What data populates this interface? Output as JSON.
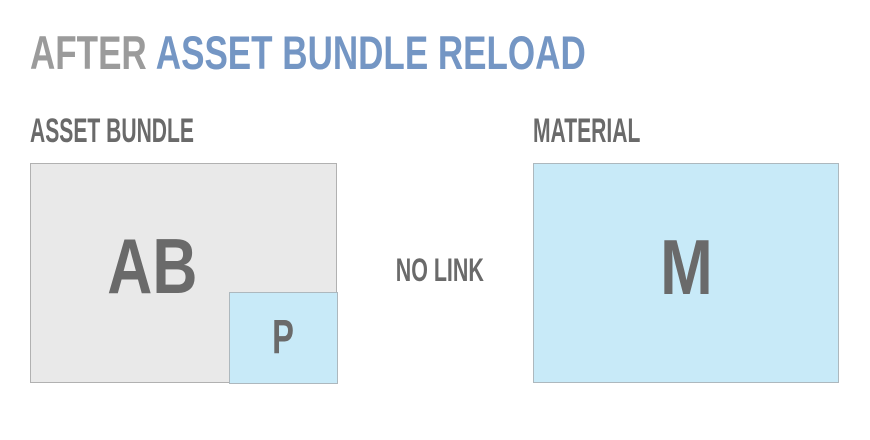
{
  "title": {
    "prefix": "AFTER",
    "highlight": "ASSET BUNDLE RELOAD"
  },
  "asset_bundle": {
    "label": "ASSET BUNDLE",
    "bundle_letter": "AB",
    "prefab_letter": "P"
  },
  "material": {
    "label": "MATERIAL",
    "material_letter": "M"
  },
  "link_status": {
    "label": "NO LINK"
  },
  "colors": {
    "title_prefix": "#9b9b9b",
    "title_highlight": "#7496c4",
    "heading_text": "#6a6a6a",
    "bundle_fill": "#e9e9e9",
    "bundle_border": "#b1b1b1",
    "blue_fill": "#c8eaf8",
    "blue_border": "#adb8be",
    "letter_text": "#6a6a6a"
  }
}
